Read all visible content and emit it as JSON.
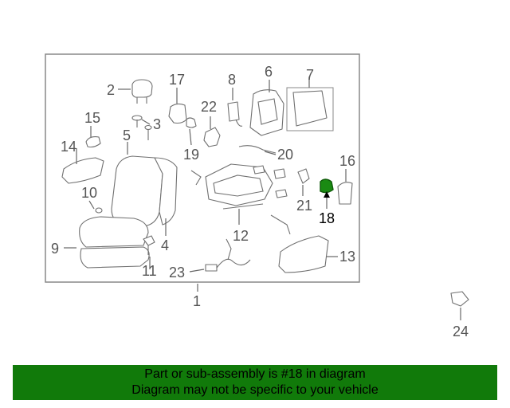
{
  "diagram": {
    "highlight_color": "#1a8a12",
    "frame_color": "#888888",
    "callouts": [
      {
        "id": "1",
        "label": "1"
      },
      {
        "id": "2",
        "label": "2"
      },
      {
        "id": "3",
        "label": "3"
      },
      {
        "id": "4",
        "label": "4"
      },
      {
        "id": "5",
        "label": "5"
      },
      {
        "id": "6",
        "label": "6"
      },
      {
        "id": "7",
        "label": "7"
      },
      {
        "id": "8",
        "label": "8"
      },
      {
        "id": "9",
        "label": "9"
      },
      {
        "id": "10",
        "label": "10"
      },
      {
        "id": "11",
        "label": "11"
      },
      {
        "id": "12",
        "label": "12"
      },
      {
        "id": "13",
        "label": "13"
      },
      {
        "id": "14",
        "label": "14"
      },
      {
        "id": "15",
        "label": "15"
      },
      {
        "id": "16",
        "label": "16"
      },
      {
        "id": "17",
        "label": "17"
      },
      {
        "id": "18",
        "label": "18",
        "highlighted": true
      },
      {
        "id": "19",
        "label": "19"
      },
      {
        "id": "20",
        "label": "20"
      },
      {
        "id": "21",
        "label": "21"
      },
      {
        "id": "22",
        "label": "22"
      },
      {
        "id": "23",
        "label": "23"
      },
      {
        "id": "24",
        "label": "24"
      }
    ]
  },
  "banner": {
    "line1": "Part or sub-assembly is #18 in diagram",
    "line2": "Diagram may not be specific to your vehicle",
    "background": "#117a0a"
  }
}
